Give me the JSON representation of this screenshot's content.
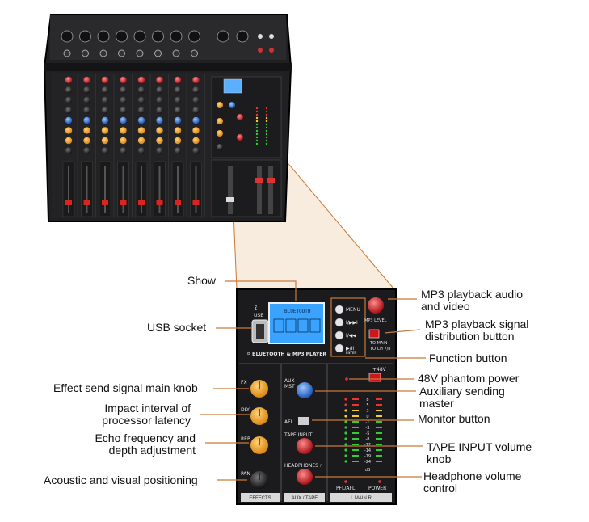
{
  "callouts": {
    "show": "Show",
    "usb_socket": "USB socket",
    "effect_send": "Effect send signal main knob",
    "impact_interval": [
      "Impact interval of",
      "processor latency"
    ],
    "echo_freq": [
      "Echo frequency and",
      "depth adjustment"
    ],
    "acoustic": "Acoustic and visual positioning",
    "mp3_playback": [
      "MP3 playback audio",
      "and video"
    ],
    "mp3_signal": [
      "MP3 playback signal",
      "distribution button"
    ],
    "function_button": "Function button",
    "phantom": "48V phantom power",
    "aux_master": [
      "Auxiliary sending",
      "master"
    ],
    "monitor": "Monitor button",
    "tape_input": [
      "TAPE INPUT volume",
      "knob"
    ],
    "headphone": [
      "Headphone volume",
      "control"
    ]
  },
  "panel": {
    "usb_label": "USB",
    "lcd_text": "BLUETOOTH",
    "bt_title": "BLUETOOTH & MP3 PLAYER",
    "menu": "MENU",
    "enter": "ENTER",
    "mp3_level": "MP3 LEVEL",
    "to_main": "TO MAIN",
    "to_ch": "TO CH 7/8",
    "phantom_label": "+48V",
    "fx": "FX",
    "dly": "DLY",
    "rep": "REP",
    "pan": "PAN",
    "aux_mst": [
      "AUX",
      "MST"
    ],
    "afl": "AFL",
    "tape_input": "TAPE INPUT",
    "headphones": "HEADPHONES",
    "pfl_afl": "PFL/AFL",
    "power": "POWER",
    "effects_tab": "EFFECTS",
    "aux_tape_tab": "AUX / TAPE",
    "main_tab": "L  MAIN  R",
    "meter_db": [
      "8",
      "5",
      "3",
      "0",
      "-1",
      "-3",
      "-5",
      "-8",
      "-12",
      "-14",
      "-19",
      "-24"
    ],
    "db_unit": "dB"
  },
  "colors": {
    "knob_orange": "#f5a623",
    "knob_blue": "#2f7de1",
    "knob_red": "#d0161d",
    "knob_black": "#1a1a1a",
    "leader": "#c87a3a",
    "panel_bg": "#1b1b1d"
  }
}
